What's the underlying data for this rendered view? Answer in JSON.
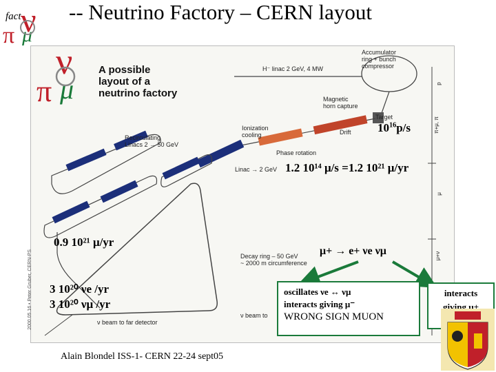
{
  "title": "-- Neutrino Factory – CERN layout",
  "logo": {
    "text": "fact"
  },
  "figure": {
    "heading": [
      "A possible",
      "layout of a",
      "neutrino factory"
    ],
    "labels": {
      "hlinac": "H⁻ linac 2 GeV, 4 MW",
      "accumulator": [
        "Accumulator",
        "ring + bunch",
        "compressor"
      ],
      "magnetic": [
        "Magnetic",
        "horn capture"
      ],
      "target": "Target",
      "drift": "Drift",
      "ionization": [
        "Ionization",
        "cooling"
      ],
      "phase": "Phase rotation",
      "recirculating": [
        "Recirculating",
        "Linacs 2 → 50 GeV"
      ],
      "linac2": "Linac → 2 GeV",
      "decay": [
        "Decay ring – 50 GeV",
        "~ 2000 m circumference"
      ],
      "vbeam_far": "ν beam to far detector",
      "vbeam": "ν beam to",
      "side_labels": [
        "p",
        "π+μ, π",
        "μ",
        "μ+ν"
      ],
      "credit": "2000.05.16 • Peter Gruber, CERN-PS"
    }
  },
  "annotations": {
    "rate_target": {
      "base": "10",
      "sup": "16",
      "rest": "p/s"
    },
    "rate_muon": "1.2 10¹⁴ μ/s =1.2 10²¹ μ/yr",
    "rate_decay": "0.9 10²¹ μ/yr",
    "decay_reaction": "μ+ → e+ νe  νμ",
    "ve_rate": "3 10²⁰ νe /yr",
    "vm_rate": "3 10²⁰ νμ /yr"
  },
  "box_left": {
    "line1": "oscillates νe ↔ νμ",
    "line2": "interacts giving μ⁻",
    "line3": "WRONG SIGN MUON"
  },
  "box_right": {
    "line1": "interacts",
    "line2": "giving μ+"
  },
  "footer": "Alain Blondel ISS-1- CERN 22-24 sept05",
  "colors": {
    "accent_green": "#1a7a3a",
    "linac_blue": "#1c2f7a",
    "ring": "#555555"
  }
}
